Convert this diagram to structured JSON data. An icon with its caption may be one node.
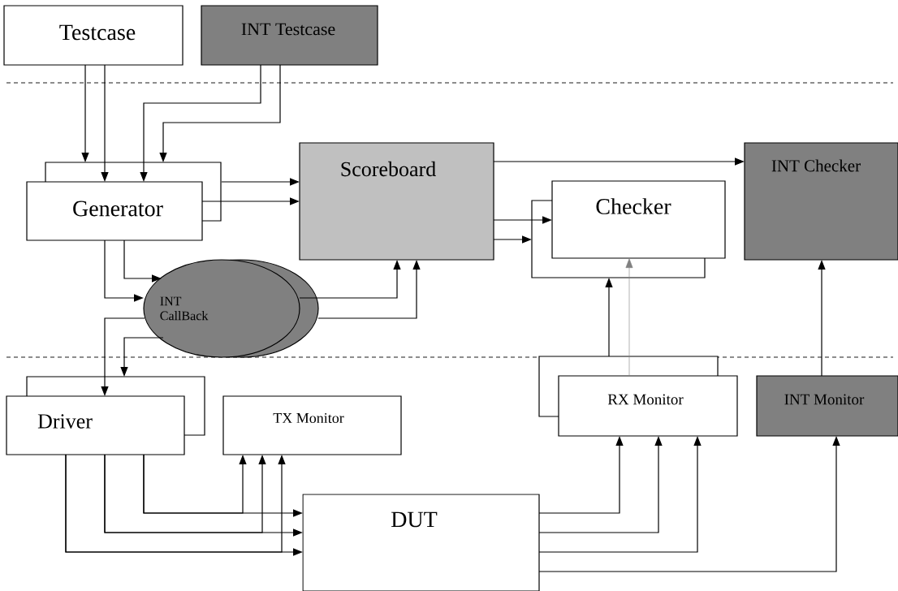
{
  "diagram": {
    "nodes": [
      {
        "text": [
          "Testcase"
        ]
      },
      {
        "text": [
          "INT Testcase"
        ]
      },
      {
        "text": [
          "Generator"
        ]
      },
      {
        "text": [
          "Scoreboard"
        ]
      },
      {
        "text": [
          "INT Checker"
        ]
      },
      {
        "text": [
          "Checker"
        ]
      },
      {
        "text": [
          "INT CallBack"
        ]
      },
      {
        "text": [
          "Driver"
        ]
      },
      {
        "text": [
          "TX Monitor"
        ]
      },
      {
        "text": [
          "RX Monitor"
        ]
      },
      {
        "text": [
          "INT Monitor"
        ]
      },
      {
        "text": [
          "DUT"
        ]
      }
    ],
    "edges": [
      {
        "from": 0,
        "to": 2,
        "arrow": "to"
      },
      {
        "from": 0,
        "to": 2,
        "arrow": "to"
      },
      {
        "from": 1,
        "to": 2,
        "arrow": "to"
      },
      {
        "from": 1,
        "to": 2,
        "arrow": "to"
      },
      {
        "from": 2,
        "to": 3,
        "arrow": "to"
      },
      {
        "from": 2,
        "to": 3,
        "arrow": "to"
      },
      {
        "from": 2,
        "to": 6,
        "arrow": "to"
      },
      {
        "from": 2,
        "to": 6,
        "arrow": "to"
      },
      {
        "from": 6,
        "to": 3,
        "arrow": "to"
      },
      {
        "from": 6,
        "to": 3,
        "arrow": "to"
      },
      {
        "from": 6,
        "to": 7,
        "arrow": "to"
      },
      {
        "from": 6,
        "to": 7,
        "arrow": "to"
      },
      {
        "from": 3,
        "to": 4,
        "arrow": "to"
      },
      {
        "from": 3,
        "to": 5,
        "arrow": "to"
      },
      {
        "from": 3,
        "to": 5,
        "arrow": "to"
      },
      {
        "from": 9,
        "to": 5,
        "arrow": "to"
      },
      {
        "from": 9,
        "to": 5,
        "arrow": "to",
        "color": "#808080"
      },
      {
        "from": 10,
        "to": 4,
        "arrow": "to"
      },
      {
        "from": 7,
        "to": 11,
        "arrow": "to"
      },
      {
        "from": 7,
        "to": 11,
        "arrow": "to"
      },
      {
        "from": 7,
        "to": 11,
        "arrow": "to"
      },
      {
        "from": 7,
        "to": 8,
        "arrow": "to"
      },
      {
        "from": 7,
        "to": 8,
        "arrow": "to"
      },
      {
        "from": 7,
        "to": 8,
        "arrow": "to"
      },
      {
        "from": 11,
        "to": 9,
        "arrow": "to"
      },
      {
        "from": 11,
        "to": 9,
        "arrow": "to"
      },
      {
        "from": 11,
        "to": 9,
        "arrow": "to"
      },
      {
        "from": 11,
        "to": 10,
        "arrow": "to"
      }
    ]
  }
}
